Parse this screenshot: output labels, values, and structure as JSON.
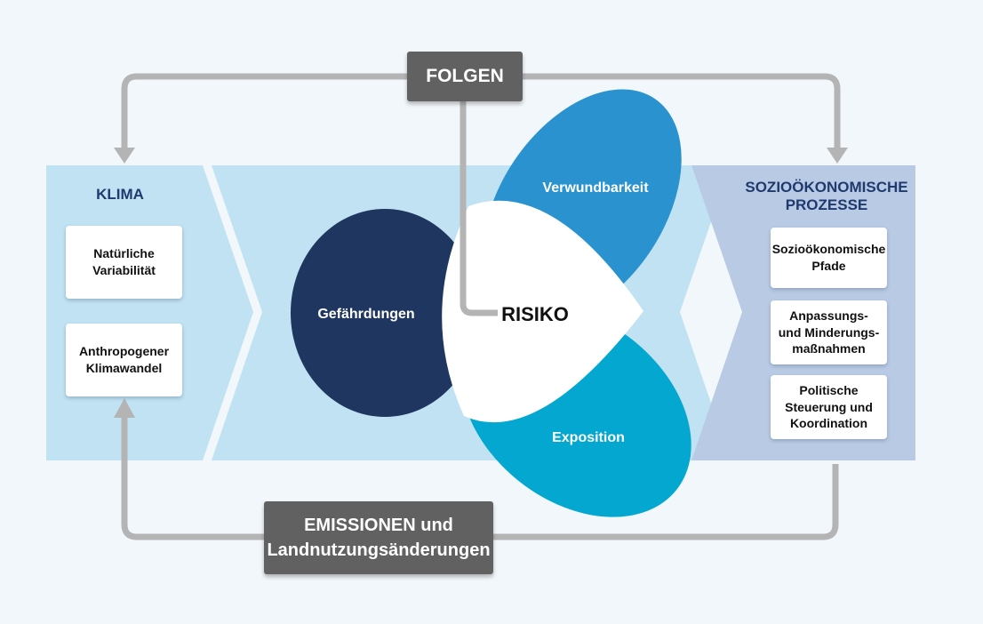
{
  "diagram": {
    "folgen": "FOLGEN",
    "emissionen": {
      "line1": "EMISSIONEN und",
      "line2": "Landnutzungsänderungen"
    },
    "risiko": "RISIKO",
    "petals": {
      "gefaehrdungen": "Gefährdungen",
      "verwundbarkeit": "Verwundbarkeit",
      "exposition": "Exposition"
    },
    "klima": {
      "heading": "KLIMA",
      "items": [
        {
          "line1": "Natürliche",
          "line2": "Variabilität"
        },
        {
          "line1": "Anthropogener",
          "line2": "Klimawandel"
        }
      ]
    },
    "sozio": {
      "heading": "SOZIOÖKONOMISCHE\nPROZESSE",
      "items": [
        {
          "line1": "Sozioökonomische",
          "line2": "Pfade",
          "line3": ""
        },
        {
          "line1": "Anpassungs-",
          "line2": "und Minderungs-",
          "line3": "maßnahmen"
        },
        {
          "line1": "Politische",
          "line2": "Steuerung und",
          "line3": "Koordination"
        }
      ]
    },
    "colors": {
      "background": "#f2f7fb",
      "band_light_blue": "#c0e2f2",
      "band_right_blue": "#b9cbe4",
      "arrow_gray": "#b4b4b4",
      "box_gray": "#616161",
      "hazard_navy": "#1f3660",
      "vulnerability_blue": "#2a93cf",
      "exposure_cyan": "#04a7cf",
      "heading_navy": "#1f3a6e"
    }
  }
}
